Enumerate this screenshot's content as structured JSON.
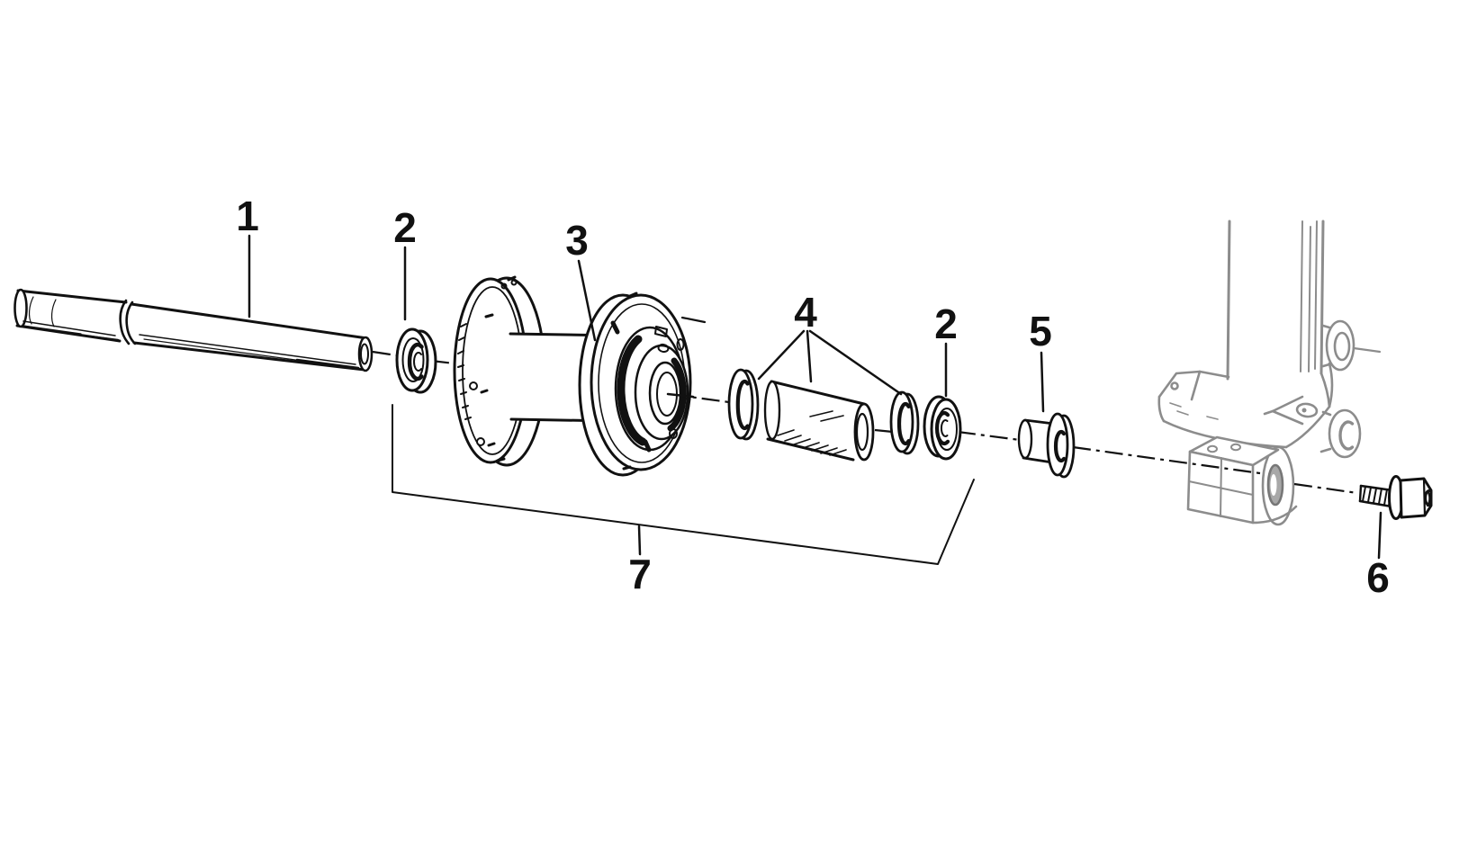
{
  "colors": {
    "ink": "#111111",
    "fork_gray": "#8c8c8c",
    "background": "#ffffff"
  },
  "callouts": [
    {
      "label": "1"
    },
    {
      "label": "2"
    },
    {
      "label": "3"
    },
    {
      "label": "4"
    },
    {
      "label": "2"
    },
    {
      "label": "5"
    },
    {
      "label": "6"
    },
    {
      "label": "7"
    }
  ]
}
